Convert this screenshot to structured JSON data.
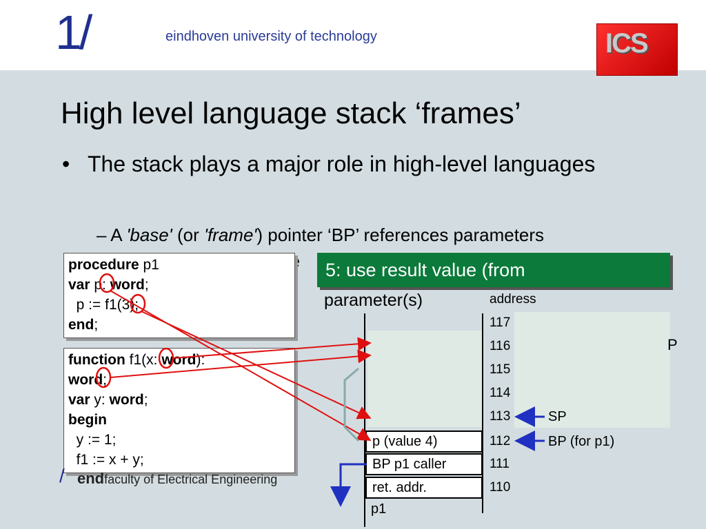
{
  "header": {
    "logo_mark": "1/",
    "university": "eindhoven university of technology",
    "ics_logo": "ICS"
  },
  "title": "High level language stack ‘frames’",
  "bullet": {
    "symbol": "•",
    "text": "The stack plays a major role in high-level languages"
  },
  "sub": {
    "dash": "–",
    "prefix": "A",
    "base": "'base'",
    "or": "(or",
    "frame": "'frame'",
    "rest": ") pointer ‘BP’ references parameters",
    "line2_fragment": "re"
  },
  "code1": {
    "l1_kw": "procedure",
    "l1_rest": " p1",
    "l2_kw": "var",
    "l2_mid": " p: ",
    "l2_kw2": "word",
    "l2_end": ";",
    "l3": "  p := f1(3);",
    "l4_kw": "end",
    "l4_end": ";"
  },
  "code2": {
    "l1_kw": "function",
    "l1_mid": " f1(x: ",
    "l1_kw2": "word",
    "l1_end": "):",
    "l2_kw": "word",
    "l2_end": ";",
    "l3_kw": "var",
    "l3_mid": " y: ",
    "l3_kw2": "word",
    "l3_end": ";",
    "l4_kw": "begin",
    "l5": "  y := 1;",
    "l6": "  f1 := x + y;",
    "l7_kw": "end",
    "l7_end": ";"
  },
  "footer": {
    "slash": "/",
    "text": "faculty of Electrical Engineering"
  },
  "green_box": "5: use result value (from",
  "overlap_label": "parameter(s)",
  "stack": {
    "address_header": "address",
    "cells": [
      {
        "label": "p (value 4)",
        "address": "112"
      },
      {
        "label": "BP p1 caller",
        "address": "111"
      },
      {
        "label": "ret. addr.",
        "address": "110"
      },
      {
        "label": "p1",
        "address": ""
      }
    ],
    "upper_addresses": [
      "117",
      "116",
      "115",
      "114",
      "113"
    ],
    "sp_label": "SP",
    "bp_label": "BP (for p1)",
    "right_fragment": "P"
  },
  "colors": {
    "background": "#d3dde1",
    "brand_blue": "#1f2f8f",
    "green_box": "#0b7a3a",
    "red_annotation": "#e01010",
    "pointer_blue": "#2030c0"
  }
}
